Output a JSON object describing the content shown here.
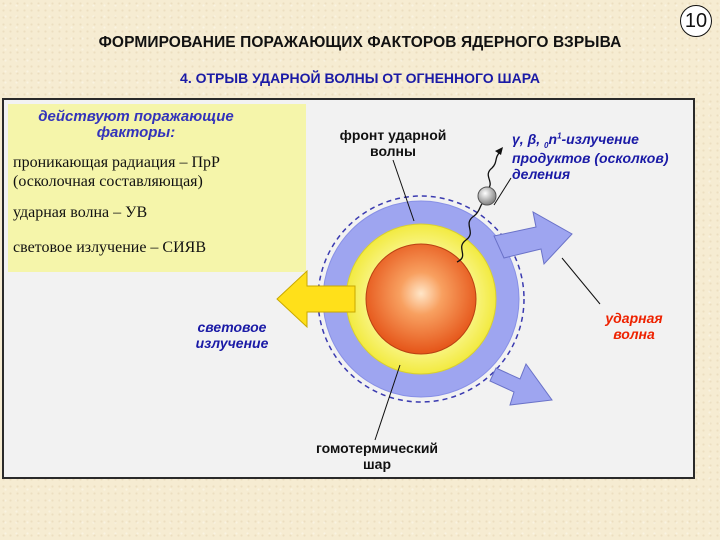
{
  "page_number": "10",
  "title": "ФОРМИРОВАНИЕ ПОРАЖАЮЩИХ ФАКТОРОВ ЯДЕРНОГО ВЗРЫВА",
  "subtitle": "4. ОТРЫВ УДАРНОЙ ВОЛНЫ ОТ ОГНЕННОГО ШАРА",
  "factors": {
    "heading_line1": "действуют поражающие",
    "heading_line2": "факторы:",
    "items": [
      {
        "line1": "проникающая радиация – ПрР",
        "line2": "(осколочная составляющая)"
      },
      {
        "line1": "ударная волна – УВ"
      },
      {
        "line1": "световое излучение – СИЯВ"
      }
    ]
  },
  "labels": {
    "shock_front_line1": "фронт ударной",
    "shock_front_line2": "волны",
    "radiation_prefix": "γ, β,",
    "radiation_sub": "0",
    "radiation_n": "n",
    "radiation_sup": "1",
    "radiation_line1_rest": "-излучение",
    "radiation_line2": "продуктов (осколков)",
    "radiation_line3": "деления",
    "light_line1": "световое",
    "light_line2": "излучение",
    "shock_wave_line1": "ударная",
    "shock_wave_line2": "волна",
    "sphere_line1": "гомотермический",
    "sphere_line2": "шар"
  },
  "colors": {
    "accent_blue": "#1a1aa6",
    "label_red": "#ee2200",
    "factor_box": "#f5f5aa",
    "shock_ring": "#9ea5f0",
    "fire_ring": "#f4ef55",
    "core": "#ee6a28",
    "light_arrow": "#ffe01a"
  }
}
